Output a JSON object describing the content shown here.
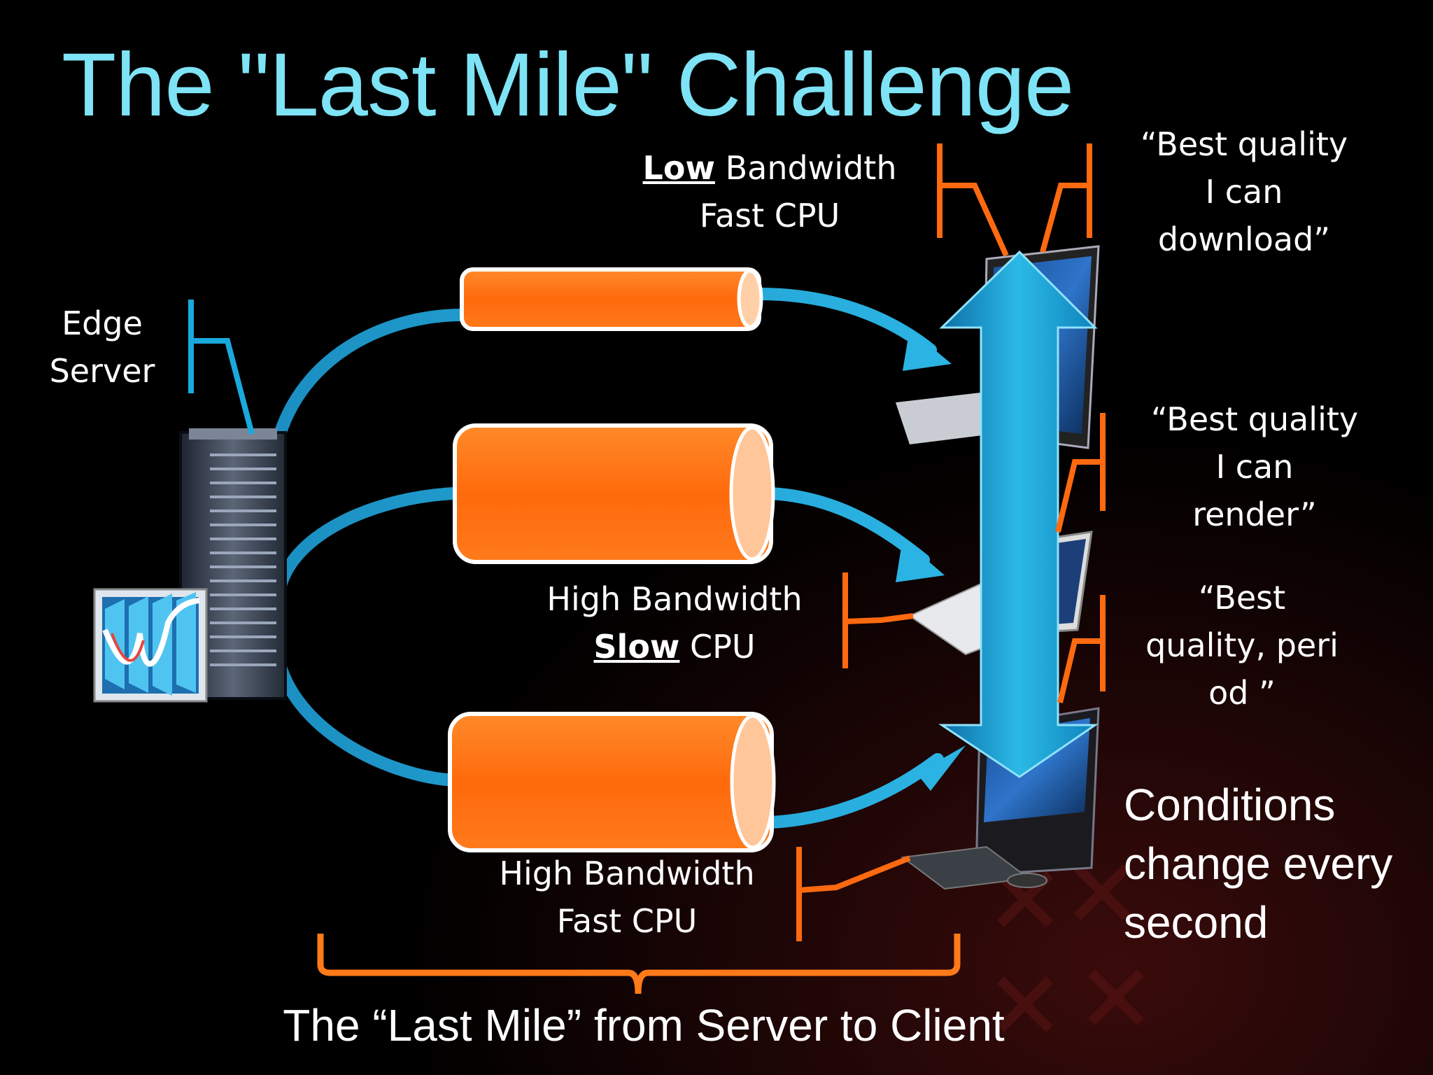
{
  "title": "The \"Last Mile\" Challenge",
  "edge_server": {
    "line1": "Edge",
    "line2": "Server"
  },
  "pipes": [
    {
      "line1_bold": "Low",
      "line1_rest": " Bandwidth",
      "line2": "Fast CPU"
    },
    {
      "line1": "High Bandwidth",
      "line2_bold": "Slow",
      "line2_rest": " CPU"
    },
    {
      "line1": "High Bandwidth",
      "line2": "Fast CPU"
    }
  ],
  "quotes": [
    {
      "lines": [
        "“Best quality",
        "I can",
        "download”"
      ]
    },
    {
      "lines": [
        "“Best quality",
        "I can",
        "render”"
      ]
    },
    {
      "lines": [
        "“Best",
        "quality, peri",
        "od ”"
      ]
    }
  ],
  "conditions": {
    "lines": [
      "Conditions",
      "change every",
      "second"
    ]
  },
  "footer": "The “Last Mile” from Server to Client",
  "colors": {
    "title": "#7ee3f5",
    "pipe": "#ff6f0f",
    "bracket": "#ff6a10",
    "arrow": "#19a7d6",
    "callout_cyan": "#1aa9dc"
  }
}
